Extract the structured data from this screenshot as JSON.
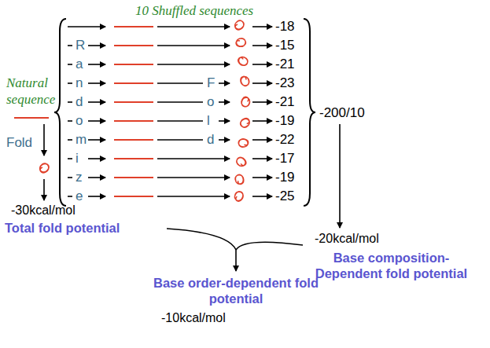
{
  "diagram": {
    "labels": [
      "10 Shuffled sequences",
      "Natural sequence",
      "Randomize",
      "Fold",
      "-18",
      "-15",
      "-21",
      "-23",
      "-21",
      "-19",
      "-22",
      "-17",
      "-19",
      "-25",
      "-200/10",
      "Fold",
      "-30kcal/mol",
      "-20kcal/mol",
      "Total fold potential",
      "Base composition- Dependent fold potential",
      "Base order-dependent fold potential",
      "-10kcal/mol"
    ]
  }
}
